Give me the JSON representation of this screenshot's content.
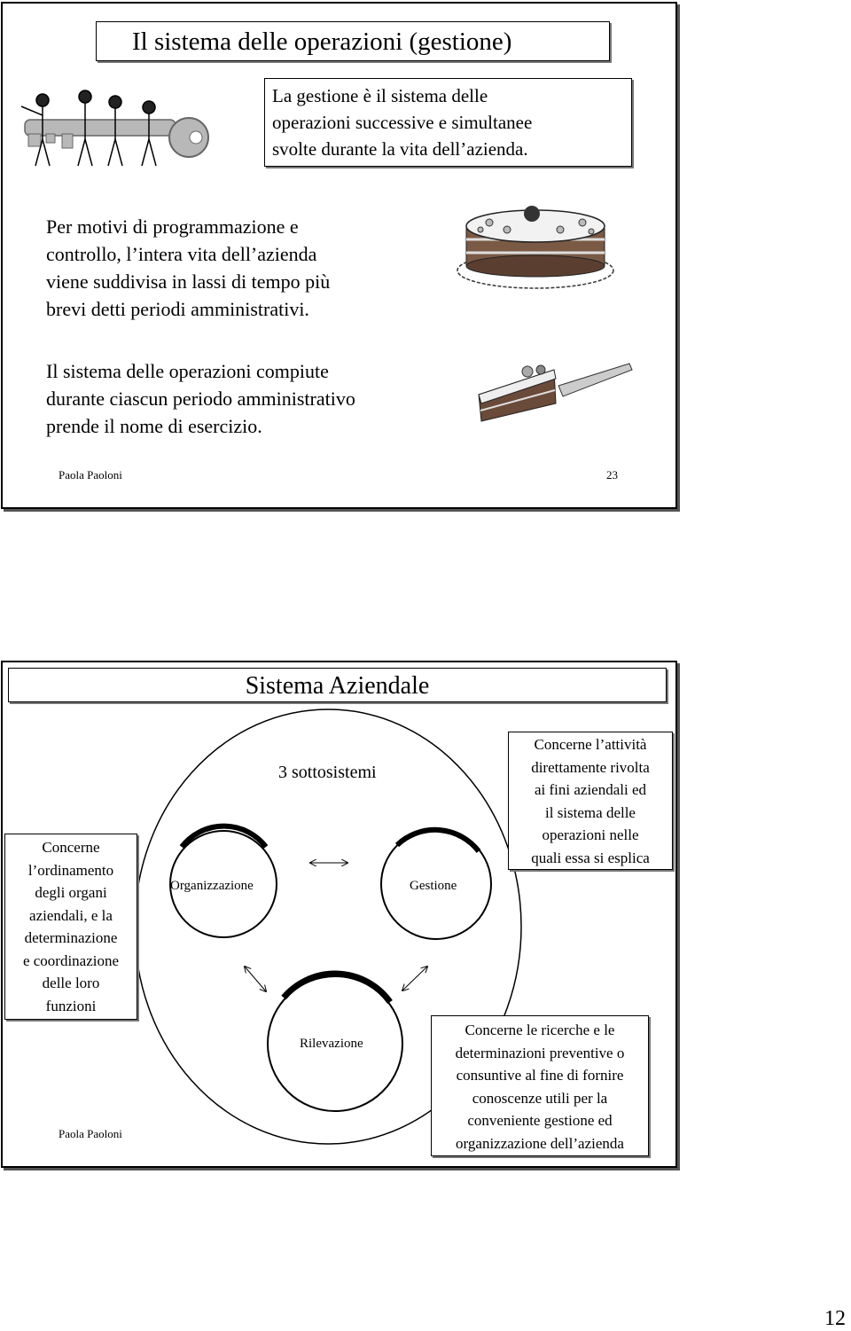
{
  "slide1": {
    "title": "Il sistema delle operazioni (gestione)",
    "definition_lines": [
      "La gestione è il sistema delle",
      "operazioni successive e simultanee",
      "svolte durante la vita dell’azienda."
    ],
    "para1_lines": [
      "Per motivi di programmazione e",
      "controllo, l’intera vita dell’azienda",
      "viene suddivisa in lassi di tempo più",
      "brevi detti periodi amministrativi."
    ],
    "para2_lines": [
      "Il sistema delle operazioni compiute",
      "durante ciascun periodo amministrativo",
      "prende il nome di esercizio."
    ],
    "footer_author": "Paola Paoloni",
    "footer_number": "23"
  },
  "slide2": {
    "title": "Sistema Aziendale",
    "subtitle": "3 sottosistemi",
    "circles": {
      "organizzazione": "Organizzazione",
      "gestione": "Gestione",
      "rilevazione": "Rilevazione"
    },
    "box_left_lines": [
      "Concerne",
      "l’ordinamento",
      "degli organi",
      "aziendali, e la",
      "determinazione",
      "e coordinazione",
      "delle loro",
      "funzioni"
    ],
    "box_right_lines": [
      "Concerne l’attività",
      "direttamente rivolta",
      "ai fini aziendali ed",
      "il sistema delle",
      "operazioni nelle",
      "quali essa si esplica"
    ],
    "box_bottom_lines": [
      "Concerne le ricerche e le",
      "determinazioni preventive o",
      "consuntive al fine di fornire",
      "conoscenze utili per la",
      "conveniente gestione ed",
      "organizzazione dell’azienda"
    ],
    "footer_author": "Paola Paoloni"
  },
  "page_number": "12",
  "colors": {
    "ink": "#000000",
    "shadow": "#555555",
    "illustration_gray": "#9a9a9a"
  }
}
